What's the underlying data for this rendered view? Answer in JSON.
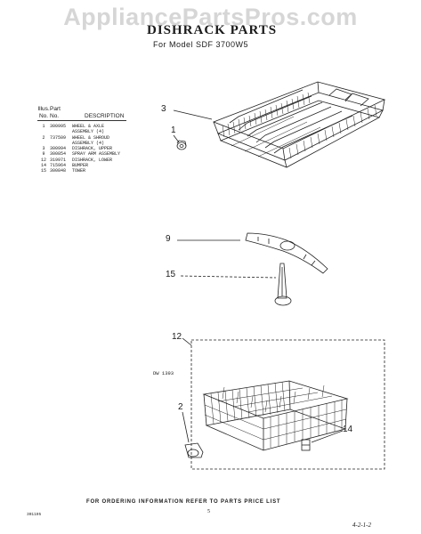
{
  "watermark": "AppliancePartsPros.com",
  "title": "DISHRACK PARTS",
  "subtitle": "For Model SDF 3700W5",
  "table": {
    "header_top": [
      "Illus.",
      "Part",
      ""
    ],
    "header_bottom": [
      "No.",
      "No.",
      "DESCRIPTION"
    ],
    "rows": [
      [
        "1",
        "300995",
        "WHEEL & AXLE"
      ],
      [
        "",
        "",
        "ASSEMBLY (4)"
      ],
      [
        "2",
        "737509",
        "WHEEL & SHROUD"
      ],
      [
        "",
        "",
        "ASSEMBLY (4)"
      ],
      [
        "3",
        "300994",
        "DISHRACK, UPPER"
      ],
      [
        "9",
        "300854",
        "SPRAY ARM ASSEMBLY"
      ],
      [
        "12",
        "319971",
        "DISHRACK, LOWER"
      ],
      [
        "14",
        "715964",
        "BUMPER"
      ],
      [
        "15",
        "300848",
        "TOWER"
      ]
    ]
  },
  "callouts": {
    "c3": "3",
    "c1": "1",
    "c9": "9",
    "c15": "15",
    "c12": "12",
    "c2": "2",
    "c14": "14"
  },
  "figure_number": "DW 1393",
  "footer_note": "FOR ORDERING INFORMATION REFER TO PARTS PRICE LIST",
  "doc_code": "301195",
  "page_number": "5",
  "signature": "4-2-1-2"
}
